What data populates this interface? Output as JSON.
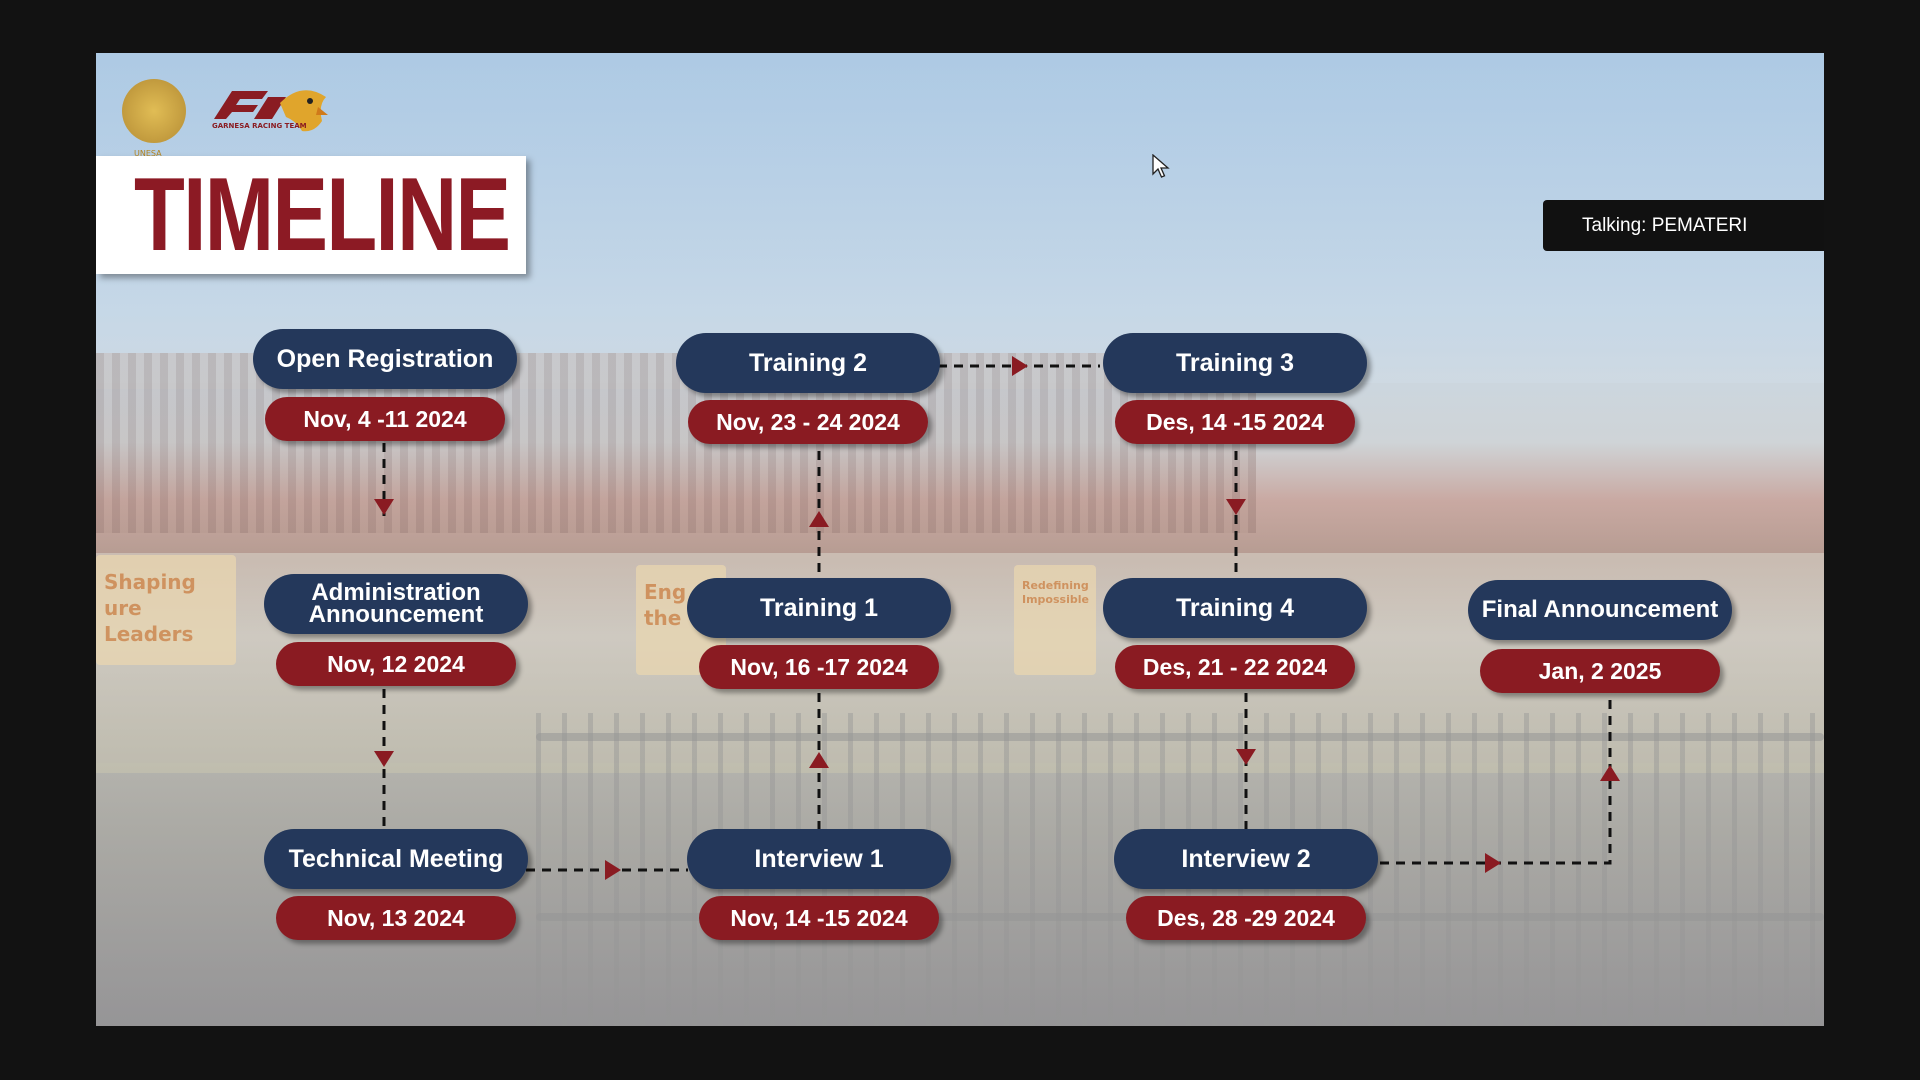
{
  "slide": {
    "title": "TIMELINE",
    "logo_caption": "UNESA",
    "team_caption": "GARNESA RACING TEAM",
    "banners": [
      "Shaping ure Leaders",
      "Eng the",
      "Redefining Impossible"
    ]
  },
  "meeting": {
    "talking_label": "Talking: PEMATERI"
  },
  "timeline": [
    {
      "name": "Open Registration",
      "date": "Nov, 4 -11 2024"
    },
    {
      "name": "Administration Announcement",
      "date": "Nov, 12 2024"
    },
    {
      "name": "Technical Meeting",
      "date": "Nov, 13 2024"
    },
    {
      "name": "Interview 1",
      "date": "Nov, 14 -15 2024"
    },
    {
      "name": "Training 1",
      "date": "Nov, 16 -17 2024"
    },
    {
      "name": "Training 2",
      "date": "Nov, 23 - 24 2024"
    },
    {
      "name": "Training 3",
      "date": "Des, 14 -15 2024"
    },
    {
      "name": "Training 4",
      "date": "Des, 21 - 22 2024"
    },
    {
      "name": "Interview 2",
      "date": "Des, 28 -29 2024"
    },
    {
      "name": "Final Announcement",
      "date": "Jan, 2 2025"
    }
  ],
  "colors": {
    "step_fill": "#24385b",
    "date_fill": "#8a1b22",
    "connector": "#111111",
    "arrow": "#8a1b22",
    "title_text": "#8c1a24"
  }
}
